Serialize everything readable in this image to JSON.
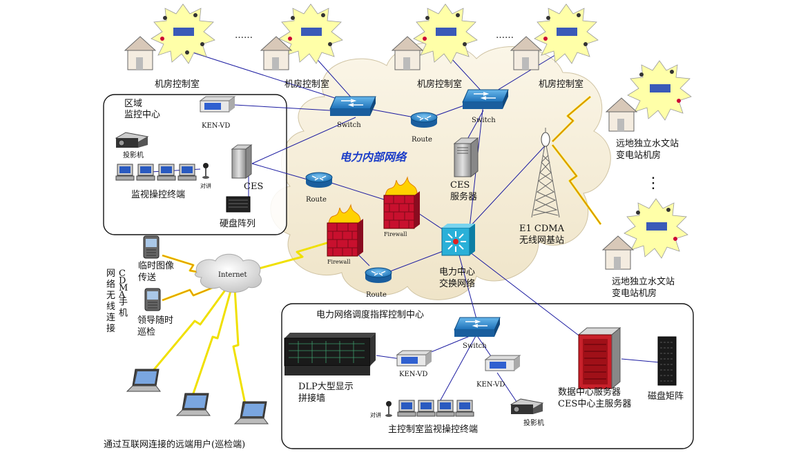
{
  "diagram": {
    "network_title": "电力内部网络",
    "control_rooms": [
      "机房控制室",
      "机房控制室",
      "机房控制室",
      "机房控制室"
    ],
    "ellipsis": "……",
    "vertical_ellipsis": "⋮",
    "regional_center": {
      "title": "区域\n监控中心",
      "ken_vd": "KEN-VD",
      "projector": "投影机",
      "terminals": "监视操控终端",
      "intercom": "对讲",
      "ces": "CES",
      "disk_array": "硬盘阵列"
    },
    "switch_label": "Switch",
    "route_label": "Route",
    "firewall_label": "Firewall",
    "ces_server": "CES\n服务器",
    "exchange": "电力中心\n交换网络",
    "base_station": "E1 CDMA\n无线网基站",
    "remote_stations": [
      "远地独立水文站\n变电站机房",
      "远地独立水文站\n变电站机房"
    ],
    "internet": "Internet",
    "mobile": {
      "side_label": "CDMA手机\n网络无线连接",
      "temp_image": "临时图像\n传送",
      "leader_patrol": "领导随时\n巡检"
    },
    "remote_users": "通过互联网连接的远端用户(巡检端)",
    "dispatch_center": {
      "title": "电力网络调度指挥控制中心",
      "dlp": "DLP大型显示\n拼接墙",
      "ken_vd_1": "KEN-VD",
      "ken_vd_2": "KEN-VD",
      "terminals": "主控制室监视操控终端",
      "intercom": "对讲",
      "projector": "投影机",
      "data_server": "数据中心服务器\nCES中心主服务器",
      "disk_matrix": "磁盘矩阵"
    },
    "colors": {
      "link": "#1a1aa0",
      "wireless": "#e8e000",
      "cloud": "#f6efdc",
      "burst": "#ffffa8"
    }
  }
}
